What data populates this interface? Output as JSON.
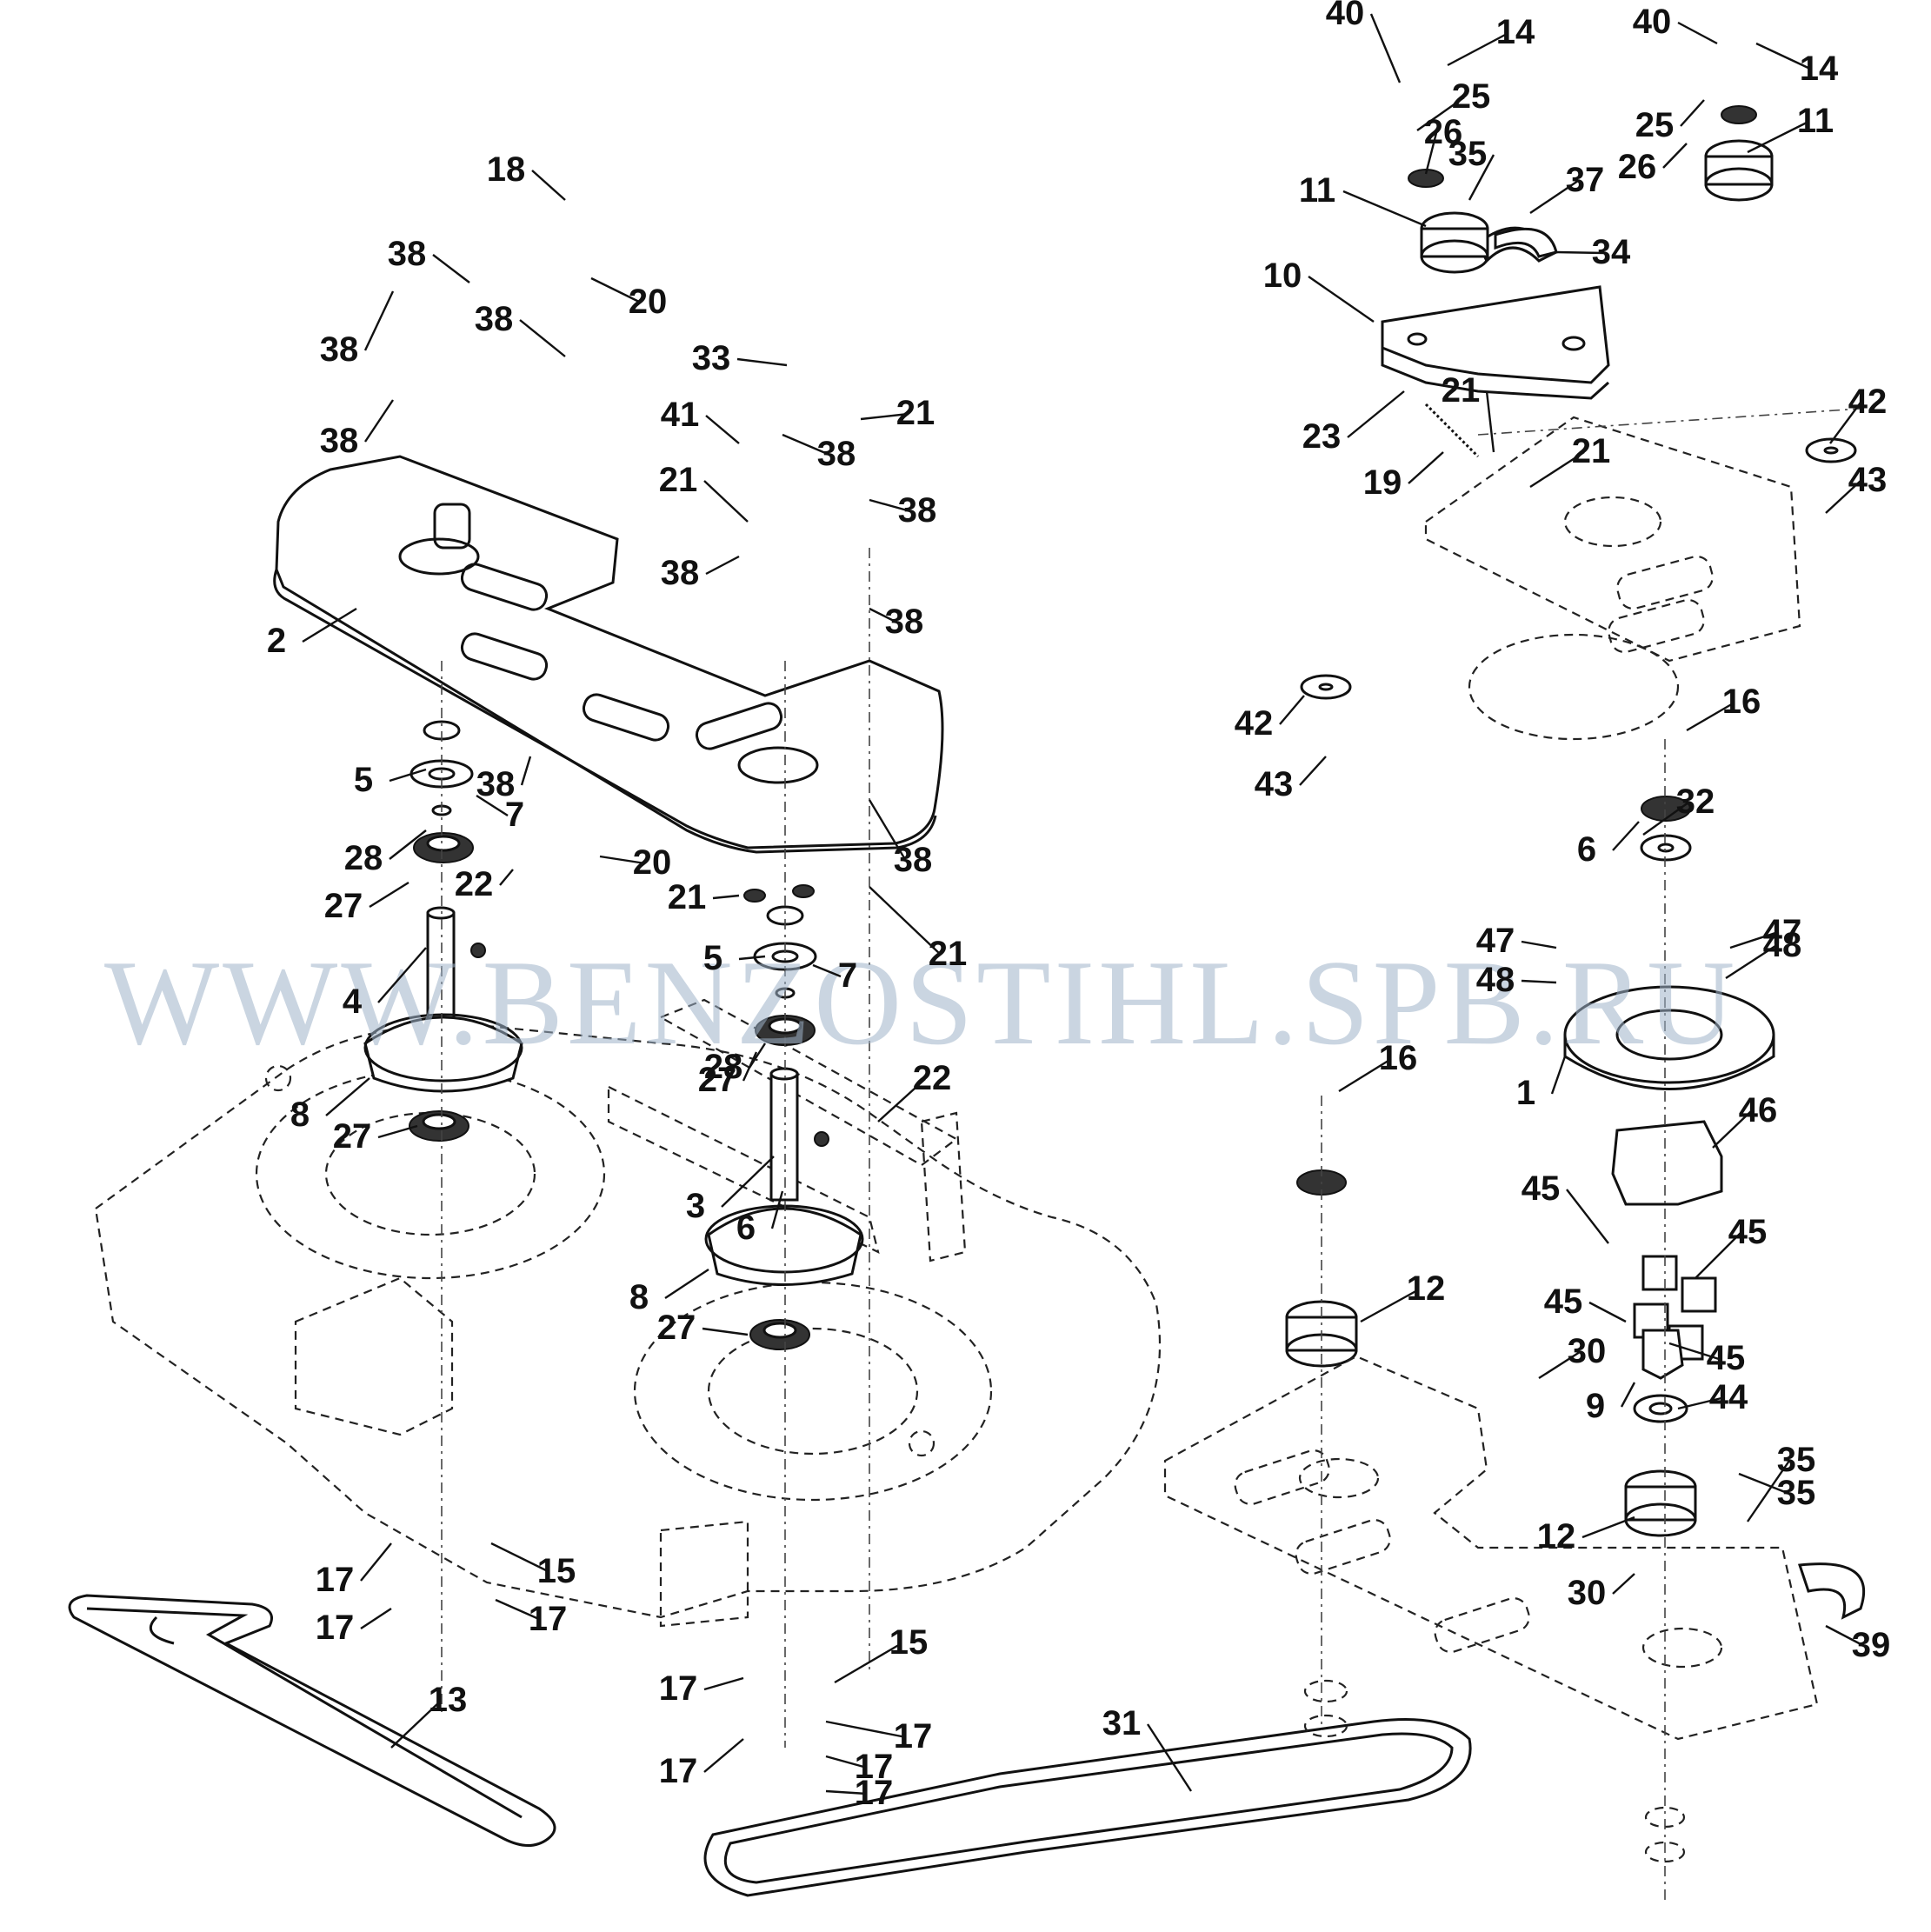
{
  "watermark": "WWW.BENZOSTIHL.SPB.RU",
  "labels": [
    "1",
    "2",
    "3",
    "4",
    "5",
    "5",
    "6",
    "6",
    "7",
    "7",
    "8",
    "8",
    "9",
    "10",
    "11",
    "11",
    "12",
    "12",
    "13",
    "14",
    "14",
    "15",
    "15",
    "16",
    "16",
    "17",
    "17",
    "17",
    "17",
    "17",
    "17",
    "17",
    "17",
    "18",
    "19",
    "20",
    "20",
    "21",
    "21",
    "21",
    "21",
    "21",
    "21",
    "22",
    "22",
    "23",
    "25",
    "25",
    "26",
    "26",
    "27",
    "27",
    "27",
    "27",
    "28",
    "28",
    "30",
    "30",
    "31",
    "32",
    "33",
    "34",
    "35",
    "35",
    "35",
    "37",
    "38",
    "38",
    "38",
    "38",
    "38",
    "38",
    "38",
    "38",
    "38",
    "38",
    "39",
    "40",
    "40",
    "41",
    "42",
    "42",
    "43",
    "43",
    "44",
    "45",
    "45",
    "45",
    "45",
    "46",
    "47",
    "47",
    "48",
    "48"
  ],
  "colors": {
    "ink": "#111111",
    "watermark": "#9fb3c8",
    "background": "#ffffff"
  }
}
